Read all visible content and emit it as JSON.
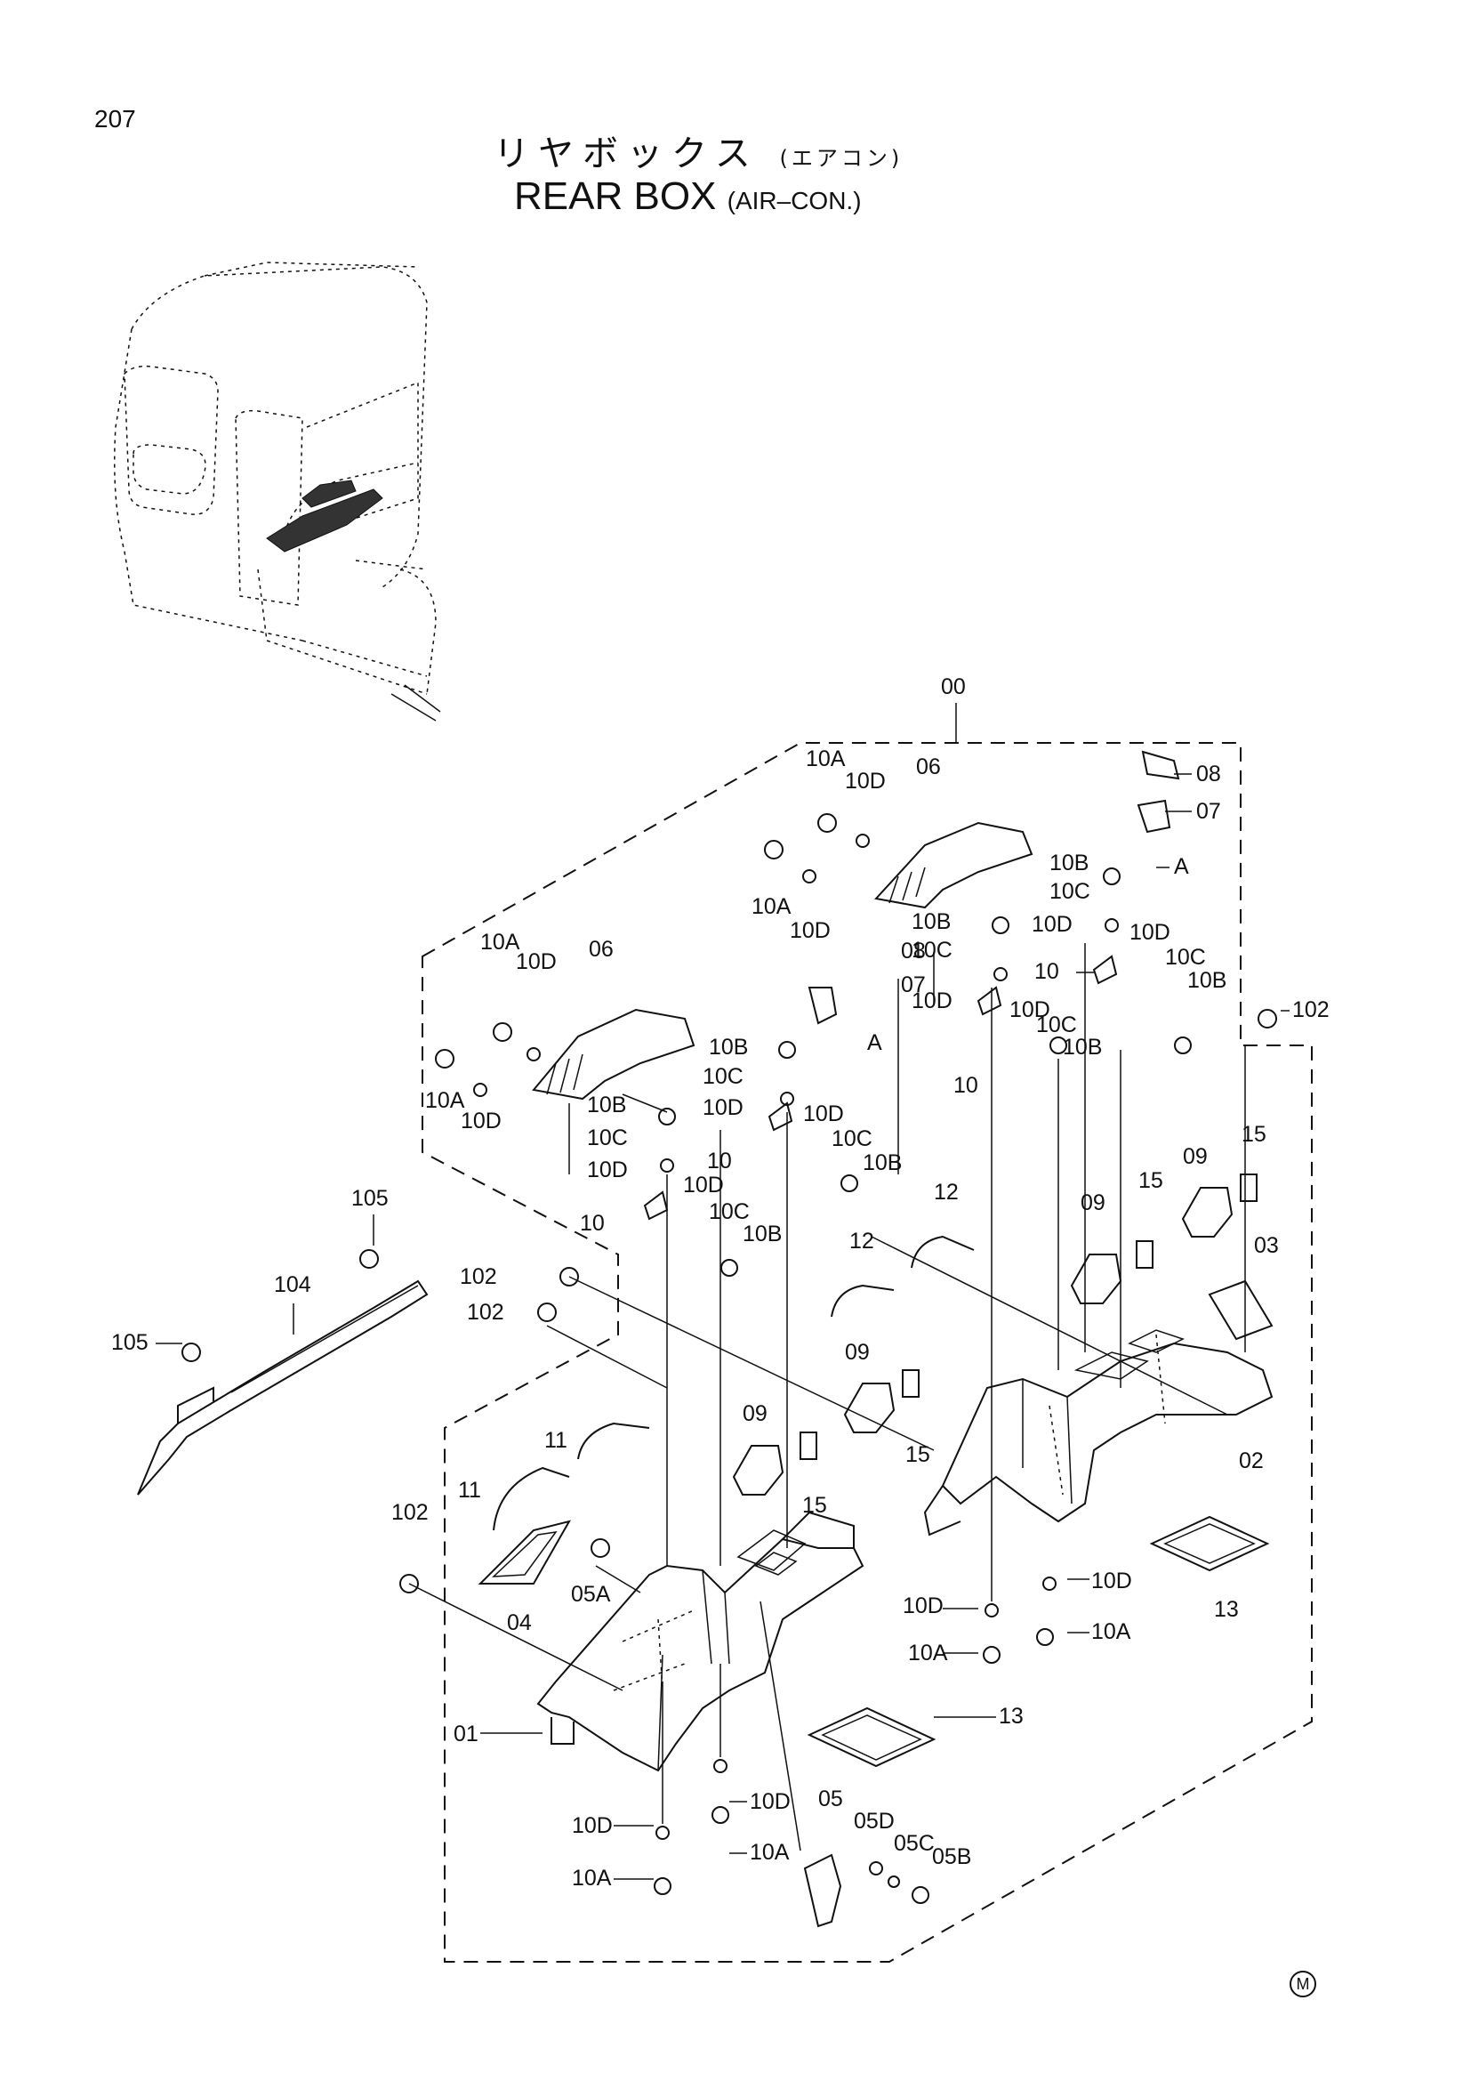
{
  "page": {
    "number": "207"
  },
  "title": {
    "jp_main": "リヤボックス",
    "jp_sub": "(エアコン)",
    "en_main": "REAR BOX",
    "en_sub": "(AIR–CON.)"
  },
  "diagram": {
    "callouts": {
      "assy": "00",
      "base": "01",
      "rear_box": "02",
      "plate": "03",
      "grille_04": "04",
      "bolt_05a": "05A",
      "clip_05": "05",
      "washer_05d": "05D",
      "washer_05c": "05C",
      "nut_05b": "05B",
      "cover": "06",
      "hinge": "07",
      "stopper": "08",
      "grille": "09",
      "bracket": "10",
      "bolt_10a": "10A",
      "nut_10b": "10B",
      "washer_10c": "10C",
      "washer_10d": "10D",
      "spring_11": "11",
      "spring_12": "12",
      "filter": "13",
      "clip": "15",
      "bolt_102": "102",
      "cover_104": "104",
      "bolt_105": "105",
      "ref_a": "A"
    }
  },
  "footer": {
    "mark": "M"
  }
}
